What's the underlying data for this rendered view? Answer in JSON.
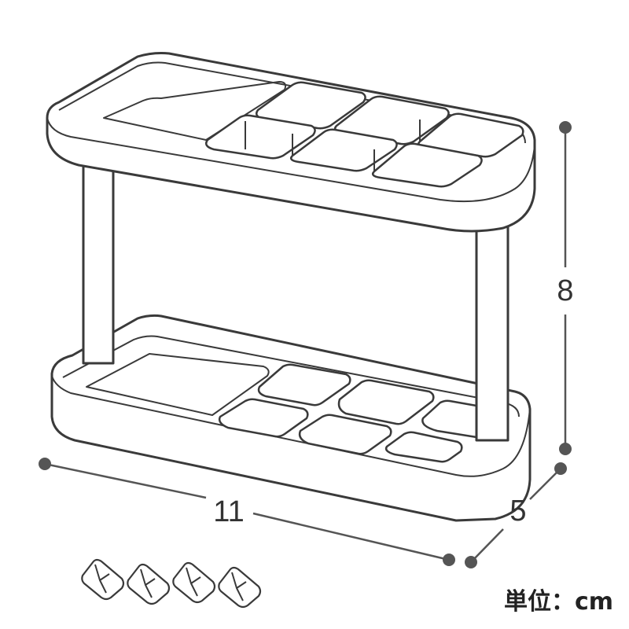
{
  "dimensions": {
    "width": "11",
    "depth": "5",
    "height": "8"
  },
  "unit": "単位：cm",
  "icons": {
    "product": "toothbrush-stand-illustration",
    "accessory": "toothbrush-holder-clip-icon"
  },
  "colors": {
    "line": "#3a3a3a",
    "dimension": "#555555",
    "background": "#ffffff"
  },
  "accessory_count": 4
}
